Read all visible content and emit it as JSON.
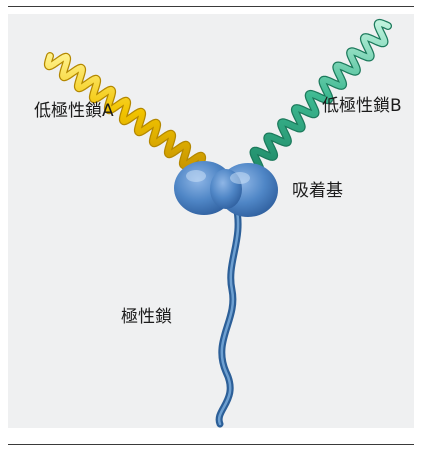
{
  "labels": {
    "chain_a": "低極性鎖A",
    "chain_b": "低極性鎖B",
    "head": "吸着基",
    "tail": "極性鎖"
  },
  "colors": {
    "background": "#eff0f1",
    "chain_a": "#f2c400",
    "chain_b": "#3cb890",
    "head": "#4f86c6",
    "tail": "#3f79b8"
  }
}
